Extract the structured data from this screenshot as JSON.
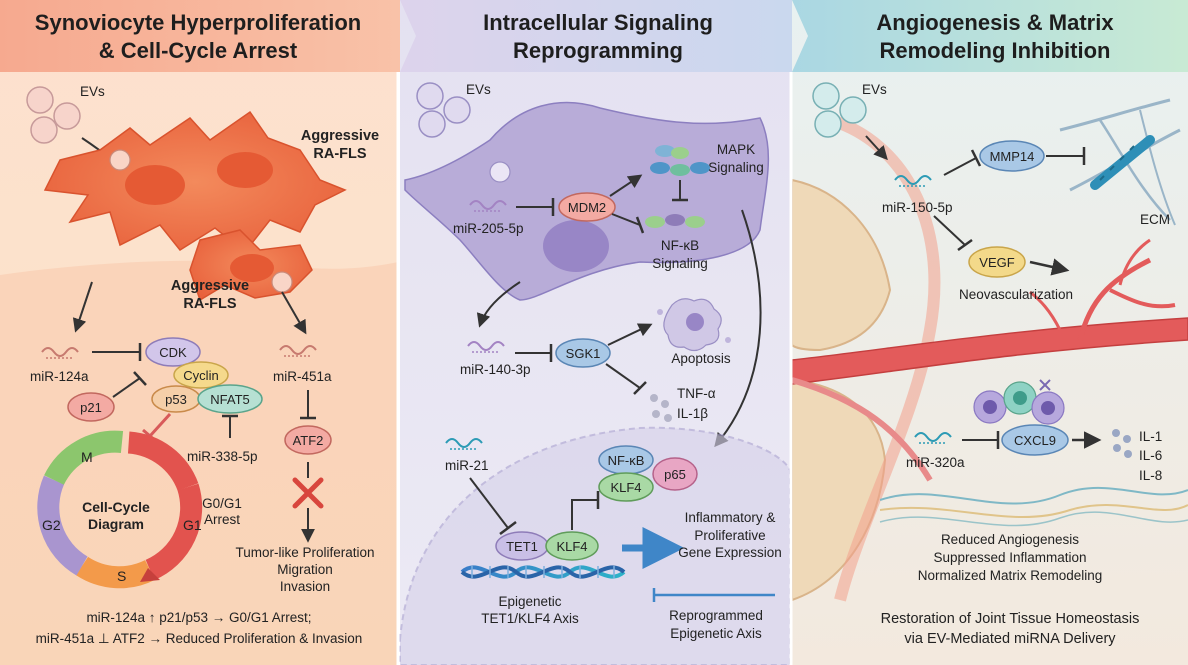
{
  "panels": [
    {
      "title_line1": "Synoviocyte Hyperproliferation",
      "title_line2": "& Cell-Cycle Arrest",
      "evs": "EVs",
      "aggr1_line1": "Aggressive",
      "aggr1_line2": "RA-FLS",
      "aggr2_line1": "Aggressive",
      "aggr2_line2": "RA-FLS",
      "mir124a": "miR-124a",
      "cdk": "CDK",
      "cyclin": "Cyclin",
      "p21": "p21",
      "p53": "p53",
      "nfat5": "NFAT5",
      "mir338": "miR-338-5p",
      "mir451a": "miR-451a",
      "atf2": "ATF2",
      "phase_m": "M",
      "phase_g2": "G2",
      "phase_s": "S",
      "phase_g1": "G1",
      "cycle_line1": "Cell-Cycle",
      "cycle_line2": "Diagram",
      "arrest_line1": "G0/G1",
      "arrest_line2": "Arrest",
      "outcome_line1": "Tumor-like Proliferation",
      "outcome_line2": "Migration",
      "outcome_line3": "Invasion",
      "summary_line1": "miR-124a ↑ p21/p53 → G0/G1 Arrest;",
      "summary_line2": "miR-451a ⊥ ATF2 → Reduced Proliferation & Invasion"
    },
    {
      "title_line1": "Intracellular Signaling",
      "title_line2": "Reprogramming",
      "evs": "EVs",
      "mir205": "miR-205-5p",
      "mdm2": "MDM2",
      "mapk_line1": "MAPK",
      "mapk_line2": "Signaling",
      "nfkb_line1": "NF-κB",
      "nfkb_line2": "Signaling",
      "mir140": "miR-140-3p",
      "sgk1": "SGK1",
      "apoptosis": "Apoptosis",
      "tnf": "TNF-α",
      "il1b": "IL-1β",
      "mir21": "miR-21",
      "nfkb": "NF-κB",
      "klf4_a": "KLF4",
      "p65": "p65",
      "tet1": "TET1",
      "klf4_b": "KLF4",
      "infl_line1": "Inflammatory &",
      "infl_line2": "Proliferative",
      "infl_line3": "Gene Expression",
      "epi_line1": "Epigenetic",
      "epi_line2": "TET1/KLF4 Axis",
      "repro_line1": "Reprogrammed",
      "repro_line2": "Epigenetic Axis"
    },
    {
      "title_line1": "Angiogenesis & Matrix",
      "title_line2": "Remodeling Inhibition",
      "evs": "EVs",
      "mmp14": "MMP14",
      "mir150": "miR-150-5p",
      "ecm": "ECM",
      "vegf": "VEGF",
      "neovasc": "Neovascularization",
      "mir320": "miR-320a",
      "cxcl9": "CXCL9",
      "il1": "IL-1",
      "il6": "IL-6",
      "il8": "IL-8",
      "result_line1": "Reduced Angiogenesis",
      "result_line2": "Suppressed Inflammation",
      "result_line3": "Normalized Matrix Remodeling",
      "footer_line1": "Restoration of Joint Tissue Homeostasis",
      "footer_line2": "via EV-Mediated miRNA Delivery"
    }
  ],
  "colors": {
    "panel1_header": "#f6b7a0",
    "panel1_bg": "#fbd7c2",
    "panel2_header": "#d9d1ea",
    "panel2_bg": "#e6e3f1",
    "panel3_header": "#bfe3e6",
    "panel3_bg": "#f1e6dc",
    "cell_orange": "#f27a4c",
    "cell_purple": "#a99bd0",
    "node_red": "#f4a6a0",
    "node_purple": "#c9bfe6",
    "node_blue": "#a9c8e6",
    "node_green": "#a9d9a5",
    "node_yellow": "#f3d98a",
    "vessel_red": "#e35b5b"
  }
}
